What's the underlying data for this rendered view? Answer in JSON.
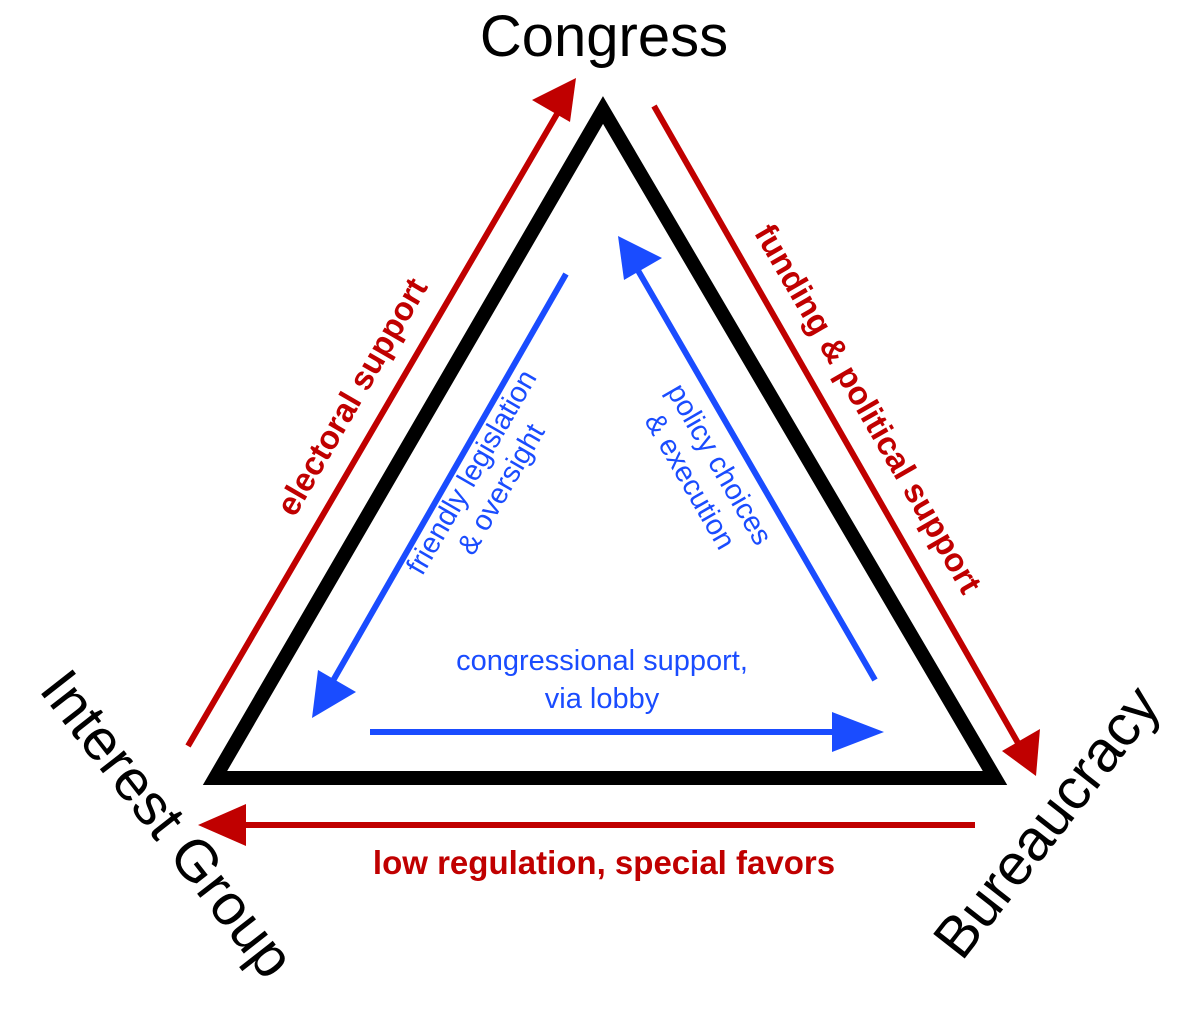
{
  "colors": {
    "outer": "#c00000",
    "inner": "#1a4cff",
    "frame": "#000000"
  },
  "nodes": {
    "congress": "Congress",
    "interest_group": "Interest Group",
    "bureaucracy": "Bureaucracy"
  },
  "outer_flows": {
    "electoral_support": "electoral support",
    "funding_support": "funding & political support",
    "low_regulation": "low regulation, special favors"
  },
  "inner_flows": {
    "friendly_legislation": {
      "line1": "friendly legislation",
      "line2": "& oversight"
    },
    "policy_choices": {
      "line1": "policy choices",
      "line2": "& execution"
    },
    "congressional_support": {
      "line1": "congressional support,",
      "line2": "via lobby"
    }
  }
}
